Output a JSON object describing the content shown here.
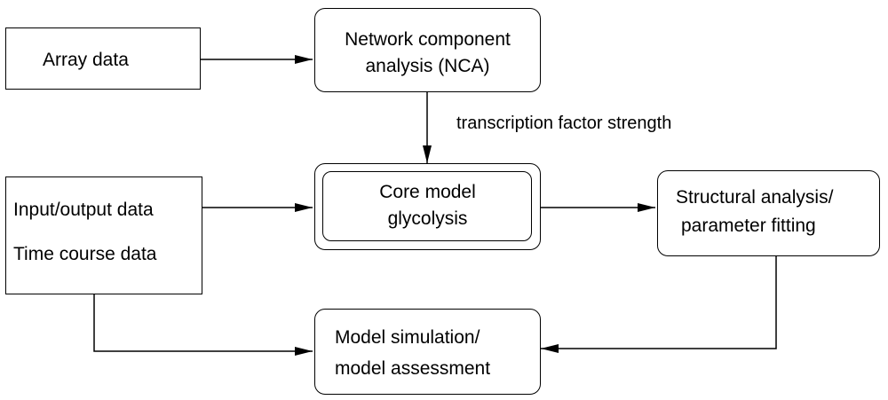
{
  "nodes": {
    "array_data": "Array data",
    "nca": {
      "line1": "Network component",
      "line2": "analysis (NCA)"
    },
    "io_data": {
      "line1": "Input/output data",
      "line2": "Time course data"
    },
    "core_model": {
      "line1": "Core model",
      "line2": "glycolysis"
    },
    "structural": {
      "line1": "Structural analysis/",
      "line2": "parameter fitting"
    },
    "simulation": {
      "line1": "Model simulation/",
      "line2": "model assessment"
    }
  },
  "edges": {
    "nca_to_core_label": "transcription factor strength"
  }
}
